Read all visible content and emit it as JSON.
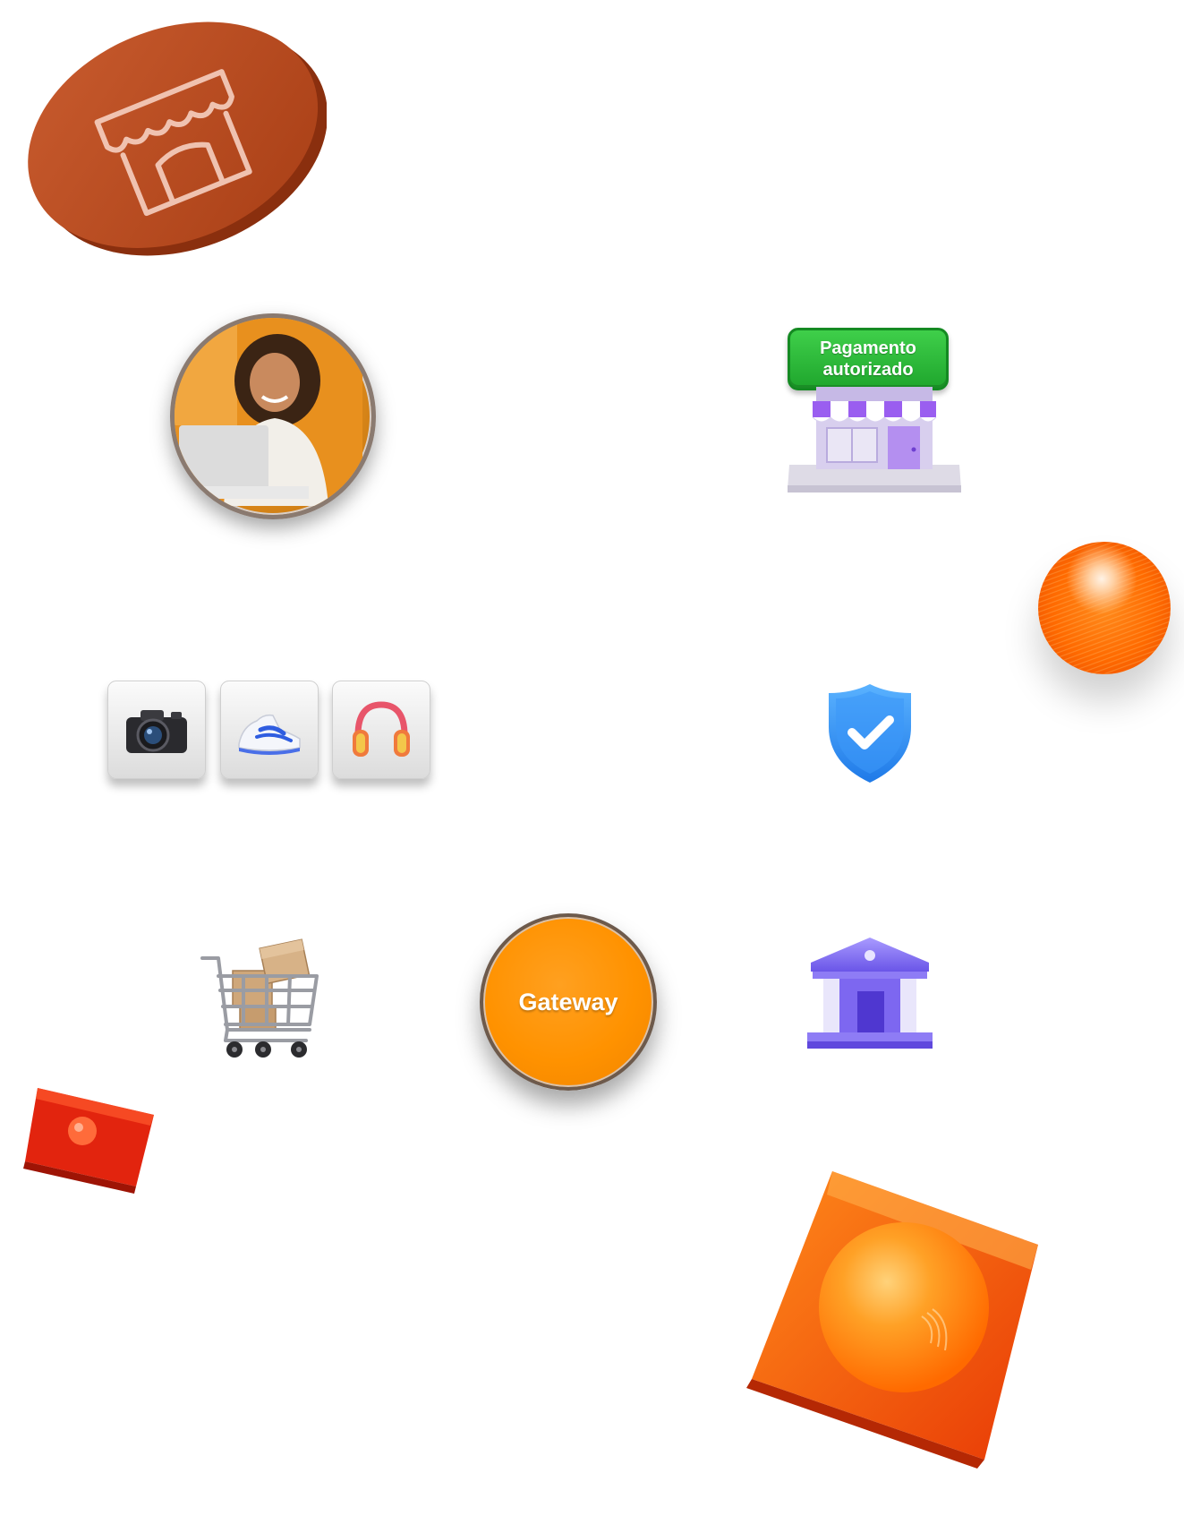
{
  "badge": {
    "line1": "Pagamento",
    "line2": "autorizado"
  },
  "gateway": {
    "label": "Gateway"
  },
  "icons": {
    "brand_coin": "storefront-logo-coin-icon",
    "avatar": "woman-with-laptop-photo",
    "store": "storefront-icon",
    "sphere": "orange-sphere-decoration",
    "products": [
      "camera-icon",
      "sneaker-icon",
      "headphones-icon"
    ],
    "shield": "shield-check-icon",
    "cart": "shopping-cart-boxes-icon",
    "bank": "bank-building-icon",
    "cube_small": "red-cube-decoration",
    "cube_big": "orange-cube-sphere-decoration"
  },
  "colors": {
    "brand_orange": "#ff9200",
    "badge_green": "#22b034",
    "shield_blue": "#2a8cff",
    "bank_purple": "#7b64f0",
    "store_purple": "#a77be8",
    "coin_copper": "#b3471c"
  }
}
